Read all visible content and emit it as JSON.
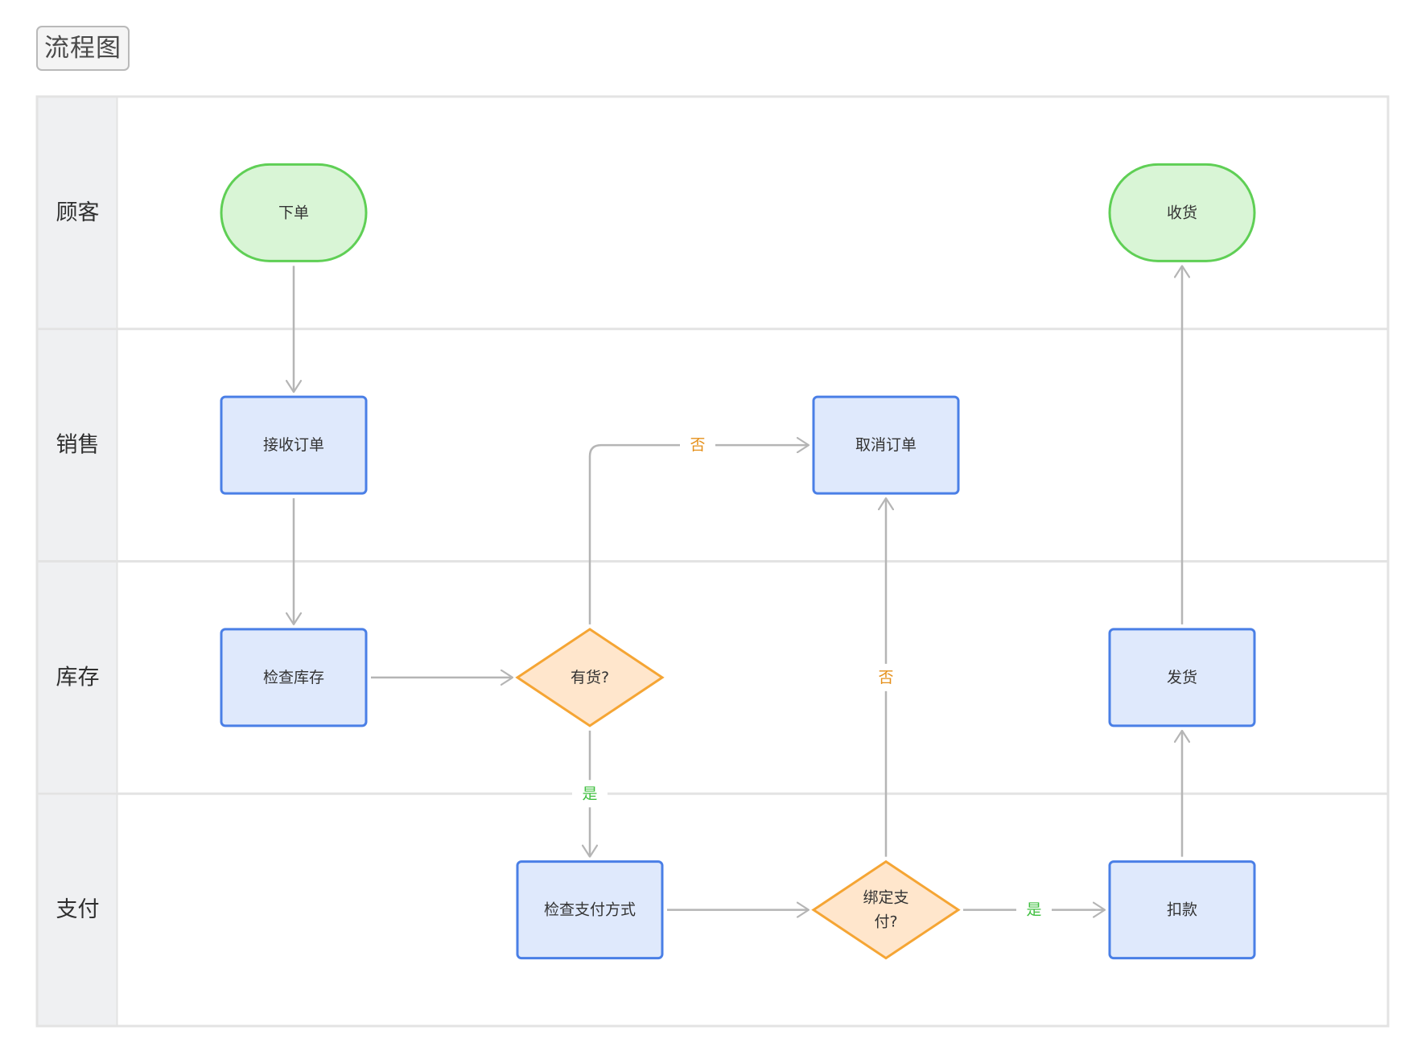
{
  "title": "流程图",
  "lanes": [
    {
      "id": "customer",
      "label": "顾客"
    },
    {
      "id": "sales",
      "label": "销售"
    },
    {
      "id": "inventory",
      "label": "库存"
    },
    {
      "id": "payment",
      "label": "支付"
    }
  ],
  "nodes": [
    {
      "id": "place-order",
      "kind": "terminal",
      "lines": [
        "下单"
      ]
    },
    {
      "id": "receive-goods",
      "kind": "terminal",
      "lines": [
        "收货"
      ]
    },
    {
      "id": "accept-order",
      "kind": "process",
      "lines": [
        "接收订单"
      ]
    },
    {
      "id": "cancel-order",
      "kind": "process",
      "lines": [
        "取消订单"
      ]
    },
    {
      "id": "check-stock",
      "kind": "process",
      "lines": [
        "检查库存"
      ]
    },
    {
      "id": "in-stock",
      "kind": "decision",
      "lines": [
        "有货?"
      ]
    },
    {
      "id": "ship",
      "kind": "process",
      "lines": [
        "发货"
      ]
    },
    {
      "id": "check-payment",
      "kind": "process",
      "lines": [
        "检查支付方式"
      ]
    },
    {
      "id": "payment-bound",
      "kind": "decision",
      "lines": [
        "绑定支",
        "付?"
      ]
    },
    {
      "id": "deduct",
      "kind": "process",
      "lines": [
        "扣款"
      ]
    }
  ],
  "edges": [
    {
      "from": "place-order",
      "to": "accept-order",
      "label": ""
    },
    {
      "from": "accept-order",
      "to": "check-stock",
      "label": ""
    },
    {
      "from": "check-stock",
      "to": "in-stock",
      "label": ""
    },
    {
      "from": "in-stock",
      "to": "cancel-order",
      "label": "否",
      "kind": "no"
    },
    {
      "from": "in-stock",
      "to": "check-payment",
      "label": "是",
      "kind": "yes"
    },
    {
      "from": "check-payment",
      "to": "payment-bound",
      "label": ""
    },
    {
      "from": "payment-bound",
      "to": "cancel-order",
      "label": "否",
      "kind": "no"
    },
    {
      "from": "payment-bound",
      "to": "deduct",
      "label": "是",
      "kind": "yes"
    },
    {
      "from": "deduct",
      "to": "ship",
      "label": ""
    },
    {
      "from": "ship",
      "to": "receive-goods",
      "label": ""
    }
  ],
  "colors": {
    "terminal_fill": "#d9f5d6",
    "terminal_stroke": "#5fcf55",
    "process_fill": "#dfe9fc",
    "process_stroke": "#4a7fe6",
    "decision_fill": "#ffe6cc",
    "decision_stroke": "#f5a534",
    "edge": "#b5b5b5",
    "label_yes": "#3fbf3f",
    "label_no": "#e5901a",
    "lane_header": "#eff0f2",
    "lane_border": "#e3e3e3"
  }
}
